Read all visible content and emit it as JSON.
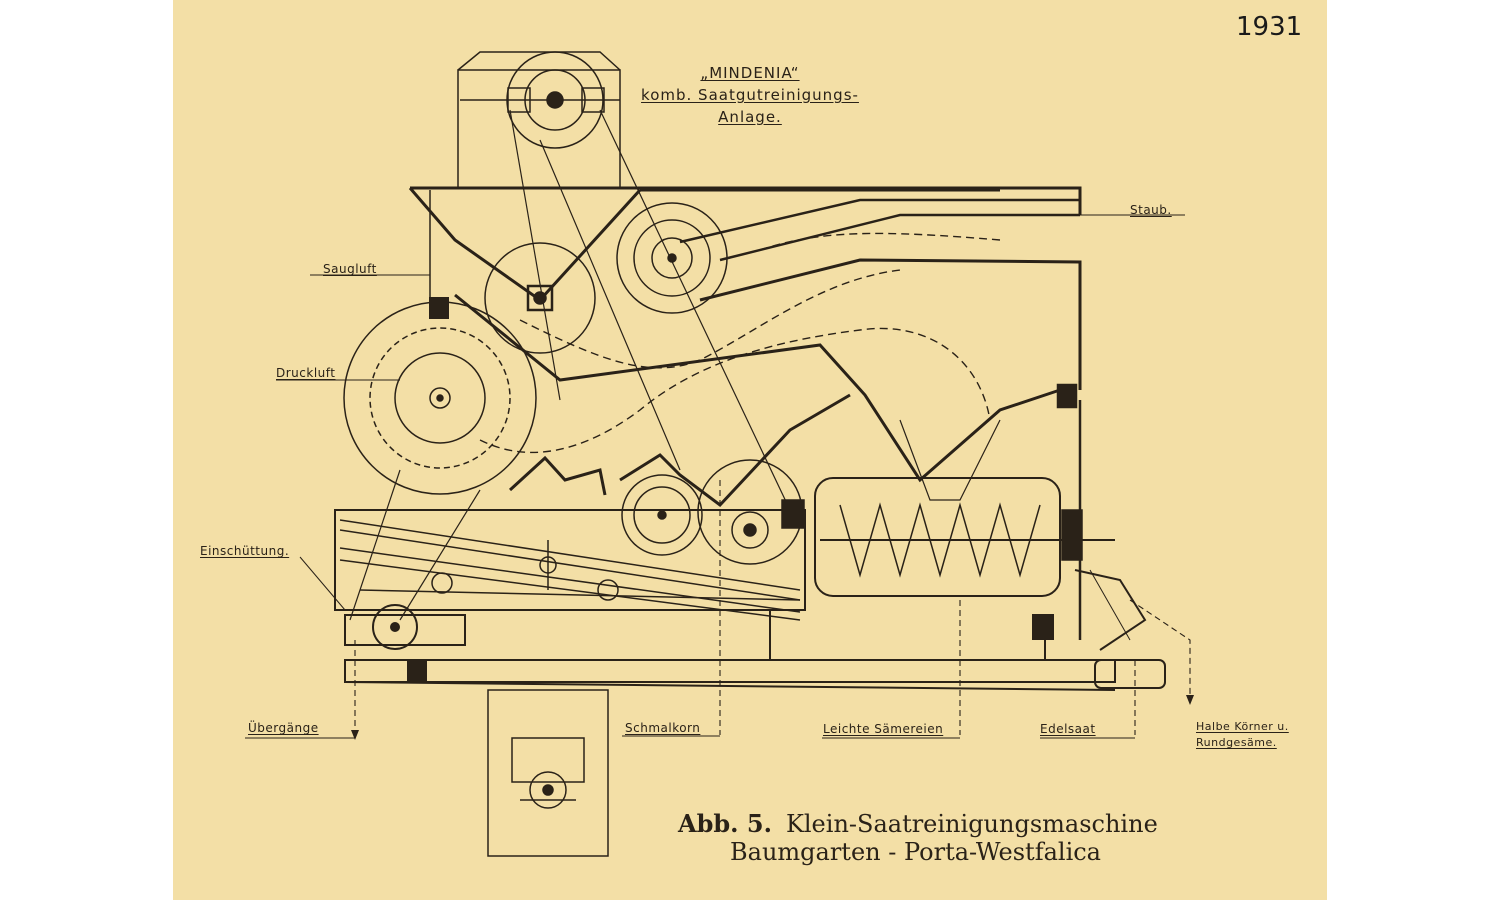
{
  "year": "1931",
  "title": {
    "line1": "„MINDENIA“",
    "line2": "komb. Saatgutreinigungs-",
    "line3": "Anlage."
  },
  "labels": {
    "staub": "Staub.",
    "saugluft": "Saugluft",
    "druckluft": "Druckluft",
    "einschuettung": "Einschüttung.",
    "uebergaenge": "Übergänge",
    "schmalkorn": "Schmalkorn",
    "leichte": "Leichte Sämereien",
    "edelsaat": "Edelsaat",
    "halbe1": "Halbe Körner u.",
    "halbe2": "Rundgesäme."
  },
  "caption": {
    "number": "Abb. 5.",
    "line1": "Klein-Saatreinigungsmaschine",
    "line2": "Baumgarten - Porta-Westfalica"
  },
  "colors": {
    "paper": "#f3dfa6",
    "ink": "#2a2218"
  }
}
